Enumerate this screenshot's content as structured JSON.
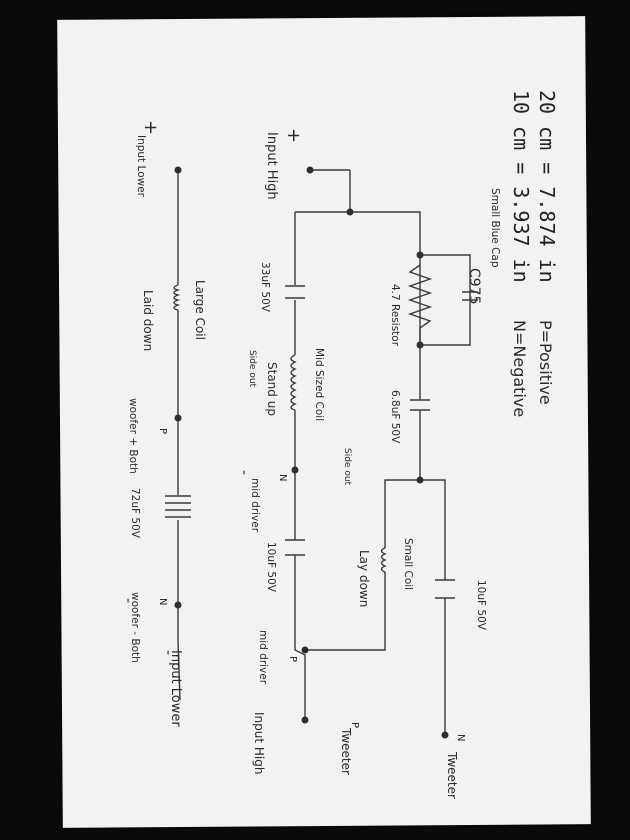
{
  "header": {
    "line1": "20 cm = 7.874 in",
    "line2": "10 cm = 3.937 in",
    "legend_p": "P=Positive",
    "legend_n": "N=Negative"
  },
  "notes": {
    "small_blue_cap": "Small Blue Cap",
    "cap_code": "C975"
  },
  "labels": {
    "input_lower_top": "Input Lower",
    "input_high_top": "Input High",
    "plus_lower": "+",
    "plus_high": "+",
    "cap_33": "33uF 50V",
    "resistor": "4.7 Resistor",
    "cap_68": "6.8uF 50V",
    "large_coil": "Large Coil",
    "lay_down_1": "Laid down",
    "mid_coil": "Mid Sized Coil",
    "stand_up": "Stand up",
    "side_out": "Side out",
    "woofer_plus": "woofer + Both",
    "woofer_p": "P",
    "mid_minus": "mid driver",
    "mid_n": "N",
    "side_out2": "Side out",
    "cap_72": "72uF 50V",
    "cap_10a": "10uF 50V",
    "small_coil": "Small Coil",
    "lay_down_2": "Lay down",
    "cap_10b": "10uF 50V",
    "woofer_minus": "woofer - Both",
    "woofer_n": "N",
    "mid_plus": "mid driver",
    "mid_p": "P",
    "input_lower_bot": "Input Lower",
    "input_high_bot": "Input High",
    "tweeter_plus": "Tweeter",
    "tweeter_p": "P",
    "tweeter_minus": "Tweeter",
    "tweeter_n": "N",
    "minus_sign_1": "-",
    "minus_sign_2": "-",
    "minus_sign_3": "-"
  }
}
